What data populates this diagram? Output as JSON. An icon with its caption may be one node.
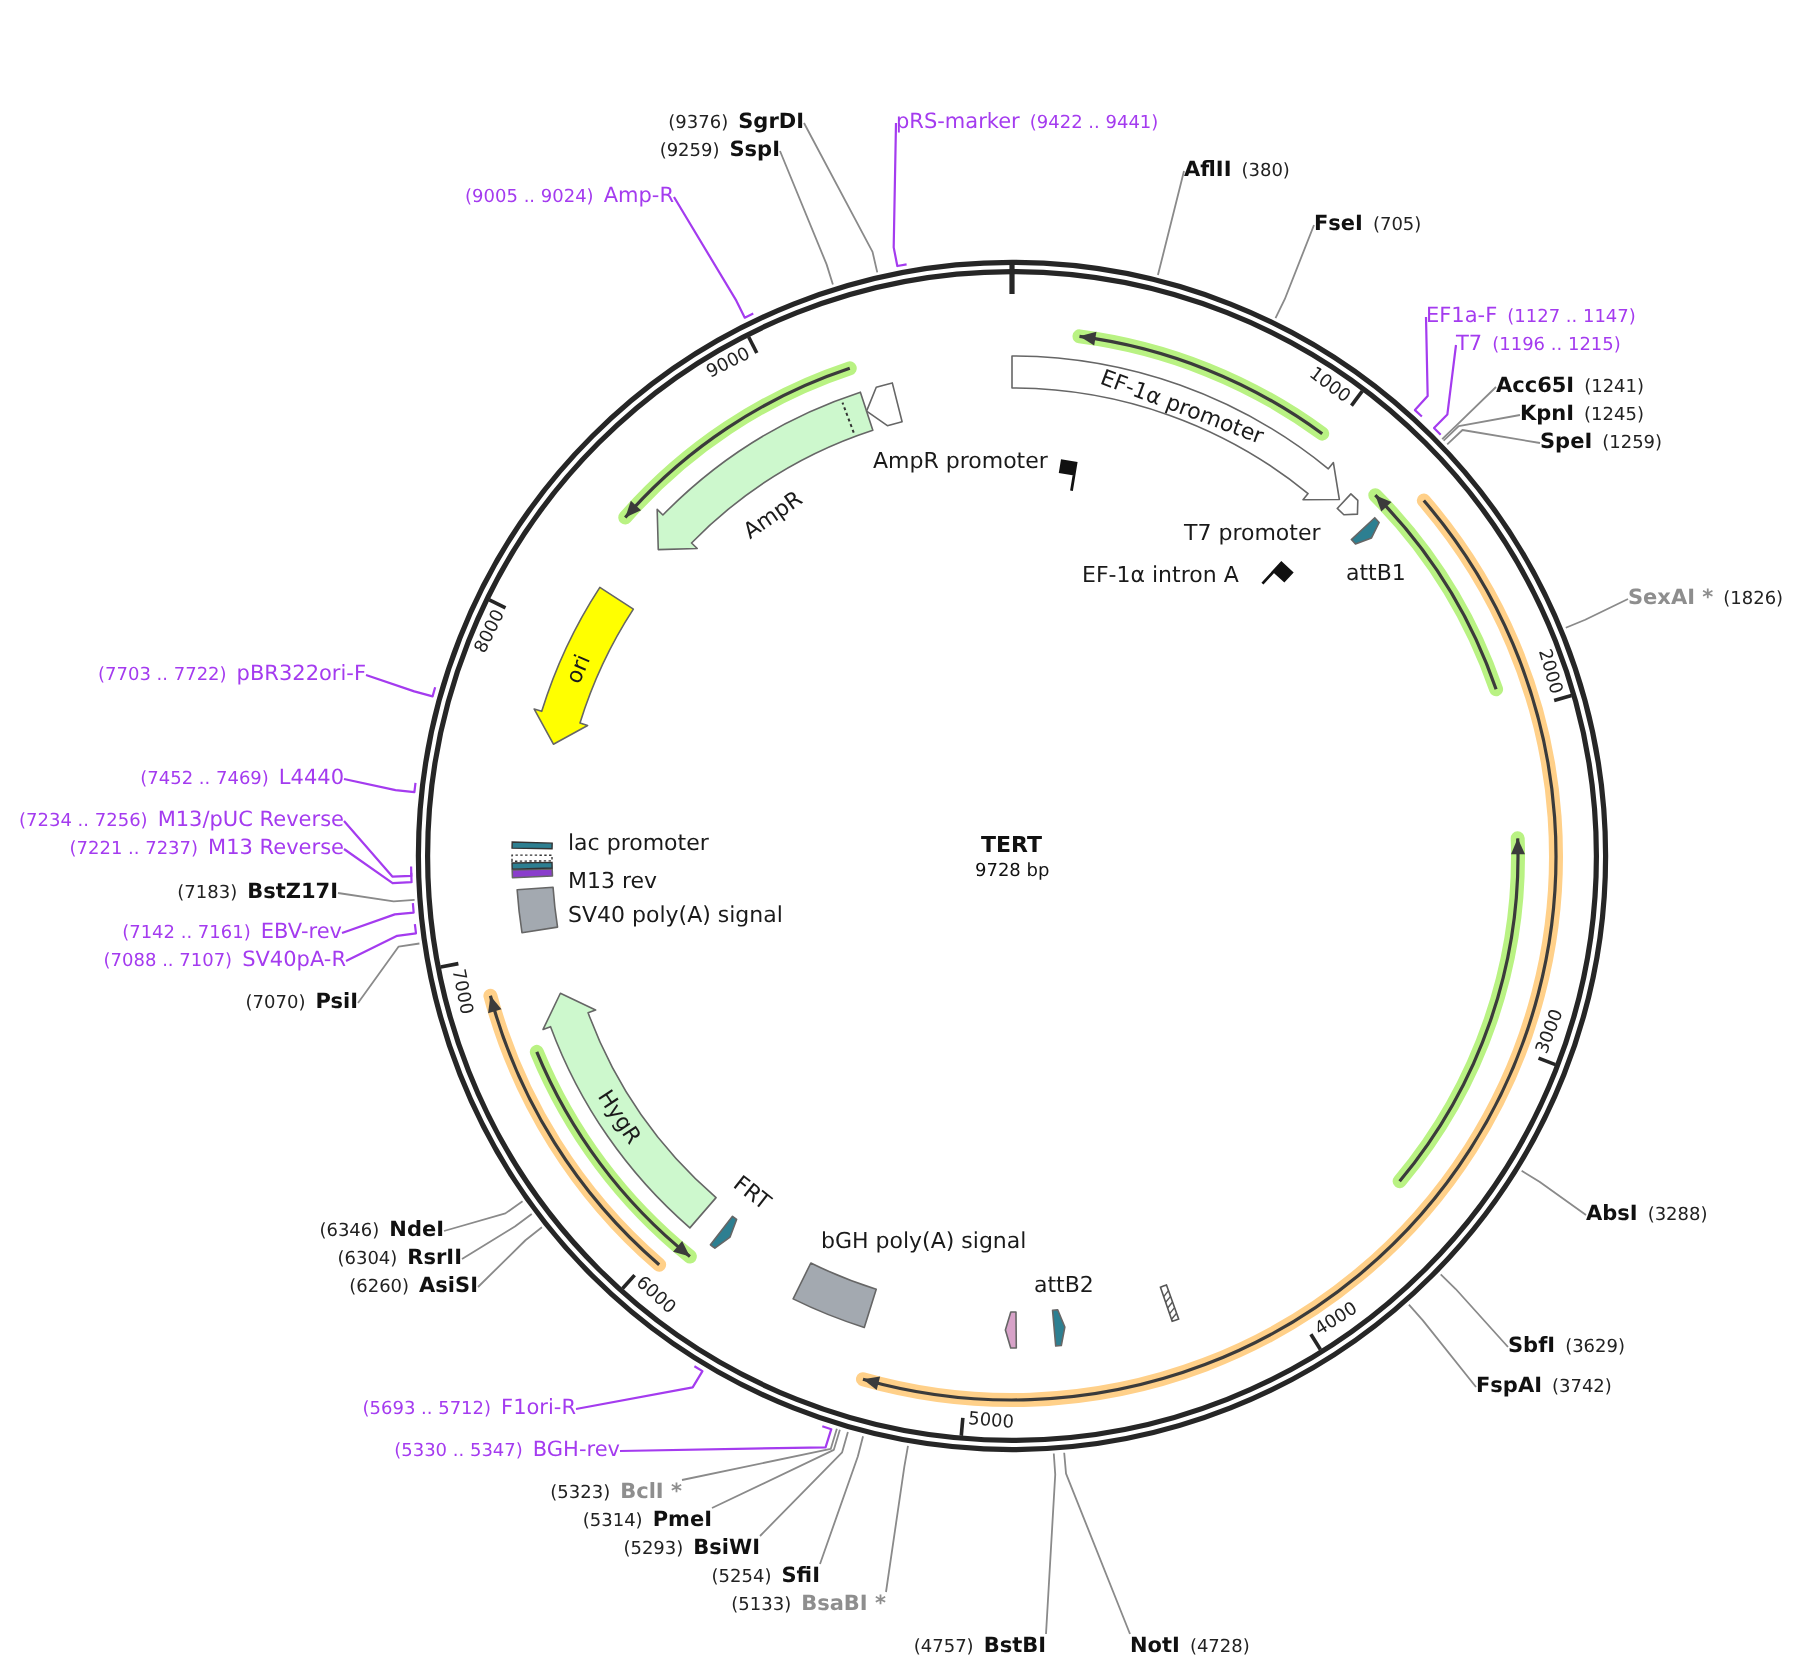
{
  "diagram": {
    "nodes": [
      {
        "text": [
          "TERT",
          "9728 bp"
        ]
      },
      {
        "text": [
          "EF-1α promoter"
        ],
        "in": 0
      },
      {
        "text": [
          "EF-1α intron A"
        ],
        "in": 0
      },
      {
        "text": [
          "T7 promoter"
        ],
        "in": 0
      },
      {
        "text": [
          "attB1"
        ],
        "in": 0
      },
      {
        "text": [],
        "shape": "bar",
        "in": 0
      },
      {
        "text": [
          "attB2"
        ],
        "in": 0
      },
      {
        "text": [],
        "shape": "box",
        "in": 0
      },
      {
        "text": [
          "bGH poly(A) signal"
        ],
        "in": 0
      },
      {
        "text": [
          "FRT"
        ],
        "in": 0
      },
      {
        "text": [
          "HygR"
        ],
        "in": 0
      },
      {
        "text": [
          "SV40 poly(A) signal"
        ],
        "in": 0
      },
      {
        "text": [
          "M13 rev"
        ],
        "in": 0
      },
      {
        "text": [
          "lac promoter"
        ],
        "in": 0
      },
      {
        "text": [
          "ori"
        ],
        "in": 0
      },
      {
        "text": [
          "AmpR"
        ],
        "in": 0
      },
      {
        "text": [
          "AmpR promoter"
        ],
        "in": 0
      },
      {
        "text": [
          "(9005 .. 9024)",
          "Amp-R"
        ]
      },
      {
        "text": [
          "(9259)",
          "SspI"
        ]
      },
      {
        "text": [
          "(9376)",
          "SgrDI"
        ]
      },
      {
        "text": [
          "pRS-marker",
          "(9422 .. 9441)"
        ]
      },
      {
        "text": [
          "AflII",
          "(380)"
        ]
      },
      {
        "text": [
          "FseI",
          "(705)"
        ]
      },
      {
        "text": [
          "EF1a-F",
          "(1127 .. 1147)"
        ]
      },
      {
        "text": [
          "T7",
          "(1196 .. 1215)"
        ]
      },
      {
        "text": [
          "Acc65I",
          "(1241)"
        ]
      },
      {
        "text": [
          "KpnI",
          "(1245)"
        ]
      },
      {
        "text": [
          "SpeI",
          "(1259)"
        ]
      },
      {
        "text": [
          "SexAI *",
          "(1826)"
        ]
      },
      {
        "text": [
          "AbsI",
          "(3288)"
        ]
      },
      {
        "text": [
          "SbfI",
          "(3629)"
        ]
      },
      {
        "text": [
          "FspAI",
          "(3742)"
        ]
      },
      {
        "text": [
          "NotI",
          "(4728)"
        ]
      },
      {
        "text": [
          "(4757)",
          "BstBI"
        ]
      },
      {
        "text": [
          "(5133)",
          "BsaBI *"
        ]
      },
      {
        "text": [
          "(5254)",
          "SfiI"
        ]
      },
      {
        "text": [
          "(5293)",
          "BsiWI"
        ]
      },
      {
        "text": [
          "(5314)",
          "PmeI"
        ]
      },
      {
        "text": [
          "(5323)",
          "BclI *"
        ]
      },
      {
        "text": [
          "(5330 .. 5347)",
          "BGH-rev"
        ]
      },
      {
        "text": [
          "(5693 .. 5712)",
          "F1ori-R"
        ]
      },
      {
        "text": [
          "(6260)",
          "AsiSI"
        ]
      },
      {
        "text": [
          "(6304)",
          "RsrII"
        ]
      },
      {
        "text": [
          "(6346)",
          "NdeI"
        ]
      },
      {
        "text": [
          "(7070)",
          "PsiI"
        ]
      },
      {
        "text": [
          "(7088 .. 7107)",
          "SV40pA-R"
        ]
      },
      {
        "text": [
          "(7142 .. 7161)",
          "EBV-rev"
        ]
      },
      {
        "text": [
          "(7183)",
          "BstZ17I"
        ]
      },
      {
        "text": [
          "(7221 .. 7237)",
          "M13 Reverse"
        ]
      },
      {
        "text": [
          "(7234 .. 7256)",
          "M13/pUC Reverse"
        ]
      },
      {
        "text": [
          "(7452 .. 7469)",
          "L4440"
        ]
      },
      {
        "text": [
          "(7703 .. 7722)",
          "pBR322ori-F"
        ]
      }
    ],
    "edges": [
      {
        "from": 17,
        "to": 0,
        "arrow": "none",
        "color": "#a43bef"
      },
      {
        "from": 18,
        "to": 0,
        "arrow": "none"
      },
      {
        "from": 19,
        "to": 0,
        "arrow": "none"
      },
      {
        "from": 20,
        "to": 0,
        "arrow": "none",
        "color": "#a43bef"
      },
      {
        "from": 21,
        "to": 0,
        "arrow": "none"
      },
      {
        "from": 22,
        "to": 0,
        "arrow": "none"
      },
      {
        "from": 23,
        "to": 0,
        "arrow": "none",
        "color": "#a43bef"
      },
      {
        "from": 24,
        "to": 0,
        "arrow": "none",
        "color": "#a43bef"
      },
      {
        "from": 25,
        "to": 0,
        "arrow": "none"
      },
      {
        "from": 26,
        "to": 0,
        "arrow": "none"
      },
      {
        "from": 27,
        "to": 0,
        "arrow": "none"
      },
      {
        "from": 28,
        "to": 0,
        "arrow": "none"
      },
      {
        "from": 29,
        "to": 0,
        "arrow": "none"
      },
      {
        "from": 30,
        "to": 0,
        "arrow": "none"
      },
      {
        "from": 31,
        "to": 0,
        "arrow": "none"
      },
      {
        "from": 32,
        "to": 0,
        "arrow": "none"
      },
      {
        "from": 33,
        "to": 0,
        "arrow": "none"
      },
      {
        "from": 34,
        "to": 0,
        "arrow": "none"
      },
      {
        "from": 35,
        "to": 0,
        "arrow": "none"
      },
      {
        "from": 36,
        "to": 0,
        "arrow": "none"
      },
      {
        "from": 37,
        "to": 0,
        "arrow": "none"
      },
      {
        "from": 38,
        "to": 0,
        "arrow": "none"
      },
      {
        "from": 39,
        "to": 0,
        "arrow": "none",
        "color": "#a43bef"
      },
      {
        "from": 40,
        "to": 0,
        "arrow": "none",
        "color": "#a43bef"
      },
      {
        "from": 41,
        "to": 0,
        "arrow": "none"
      },
      {
        "from": 42,
        "to": 0,
        "arrow": "none"
      },
      {
        "from": 43,
        "to": 0,
        "arrow": "none"
      },
      {
        "from": 44,
        "to": 0,
        "arrow": "none"
      },
      {
        "from": 45,
        "to": 0,
        "arrow": "none",
        "color": "#a43bef"
      },
      {
        "from": 46,
        "to": 0,
        "arrow": "none",
        "color": "#a43bef"
      },
      {
        "from": 47,
        "to": 0,
        "arrow": "none"
      },
      {
        "from": 48,
        "to": 0,
        "arrow": "none",
        "color": "#a43bef"
      },
      {
        "from": 49,
        "to": 0,
        "arrow": "none",
        "color": "#a43bef"
      },
      {
        "from": 50,
        "to": 0,
        "arrow": "none",
        "color": "#a43bef"
      },
      {
        "from": 51,
        "to": 0,
        "arrow": "none",
        "color": "#a43bef"
      }
    ],
    "labels": [
      "1000",
      "2000",
      "3000",
      "4000",
      "5000",
      "6000",
      "7000",
      "8000",
      "9000"
    ]
  }
}
